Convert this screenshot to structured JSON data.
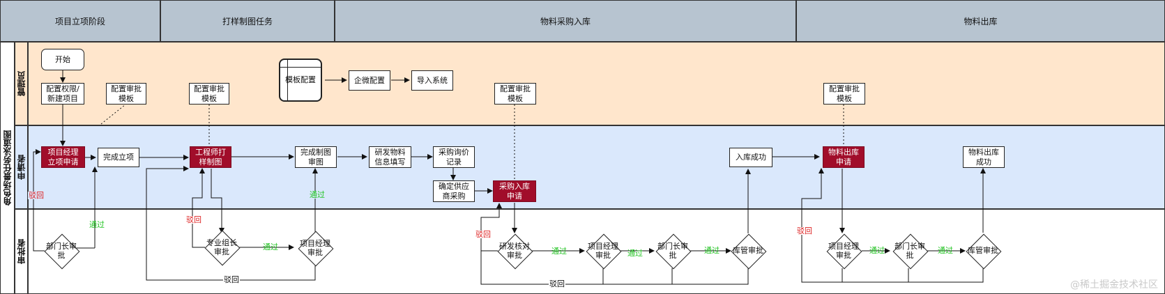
{
  "columns": [
    "项目立项阶段",
    "打样制图任务",
    "物料采购入库",
    "物料出库"
  ],
  "outer_label": "角色场景任务泳道图",
  "lanes": [
    "管理员",
    "申请者",
    "审批者"
  ],
  "nodes": {
    "start": "开始",
    "config_perm": "配置权限/\n新建项目",
    "cfg_tpl_1": "配置审批\n模板",
    "cfg_tpl_2": "配置审批\n模板",
    "tpl_config": "模板配置",
    "wx_config": "企微配置",
    "import_sys": "导入系统",
    "cfg_tpl_3": "配置审批\n模板",
    "cfg_tpl_4": "配置审批\n模板",
    "pm_apply": "项目经理\n立项申请",
    "finish_setup": "完成立项",
    "eng_draw": "工程师打\n样制图",
    "finish_draw": "完成制图\n审图",
    "rd_fill": "研发物料\n信息填写",
    "purchase_inq": "采购询价\n记录",
    "confirm_supplier": "确定供应\n商采购",
    "purchase_in_apply": "采购入库\n申请",
    "in_success": "入库成功",
    "out_apply": "物料出库\n申请",
    "out_success": "物料出库\n成功",
    "dept_approve_1": "部门长审\n批",
    "group_approve": "专业组长\n审批",
    "pm_approve_1": "项目经理\n审批",
    "rd_check": "研发核对\n审批",
    "pm_approve_2": "项目经理\n审批",
    "dept_approve_2": "部门长审\n批",
    "wh_approve_1": "库管审批",
    "pm_approve_3": "项目经理\n审批",
    "dept_approve_3": "部门长审\n批",
    "wh_approve_2": "库管审批"
  },
  "edge_labels": {
    "pass": "通过",
    "reject": "驳回"
  },
  "watermark": "@稀土掘金技术社区",
  "colors": {
    "header": "#b7c4d0",
    "admin_lane": "#ffe6cc",
    "applicant_lane": "#dae8fc",
    "approver_lane": "#ffffff",
    "highlight": "#a10d2a",
    "pass": "#22c322",
    "reject": "#dd2222"
  }
}
